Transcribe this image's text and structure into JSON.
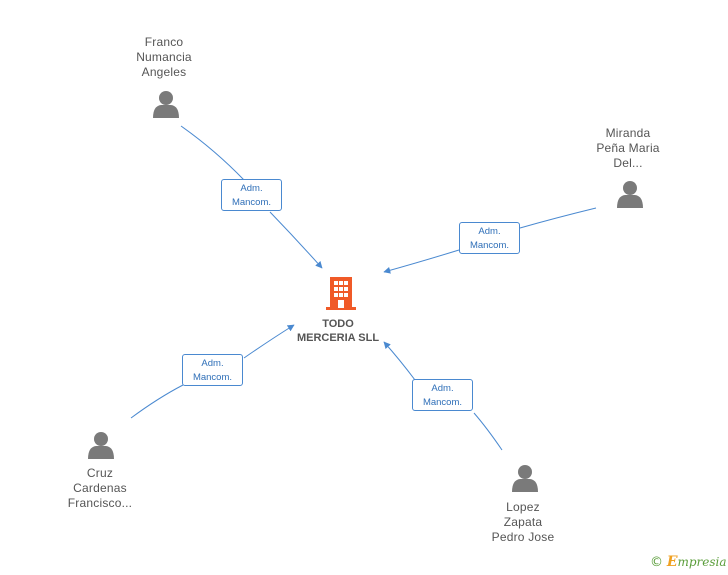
{
  "company": {
    "lines": [
      "TODO",
      "MERCERIA SLL"
    ]
  },
  "people": [
    {
      "id": "franco",
      "lines": [
        "Franco",
        "Numancia",
        "Angeles"
      ]
    },
    {
      "id": "miranda",
      "lines": [
        "Miranda",
        "Peña Maria",
        "Del..."
      ]
    },
    {
      "id": "cruz",
      "lines": [
        "Cruz",
        "Cardenas",
        "Francisco..."
      ]
    },
    {
      "id": "lopez",
      "lines": [
        "Lopez",
        "Zapata",
        "Pedro Jose"
      ]
    }
  ],
  "relations": [
    {
      "from": "franco",
      "lines": [
        "Adm.",
        "Mancom."
      ]
    },
    {
      "from": "miranda",
      "lines": [
        "Adm.",
        "Mancom."
      ]
    },
    {
      "from": "cruz",
      "lines": [
        "Adm.",
        "Mancom."
      ]
    },
    {
      "from": "lopez",
      "lines": [
        "Adm.",
        "Mancom."
      ]
    }
  ],
  "colors": {
    "edge": "#4a89d0",
    "person": "#7a7a7a",
    "company": "#f05a28"
  },
  "icons": {
    "person": "person-icon",
    "company": "building-icon"
  },
  "brand": {
    "copyright": "©",
    "initial": "E",
    "rest": "mpresia"
  }
}
